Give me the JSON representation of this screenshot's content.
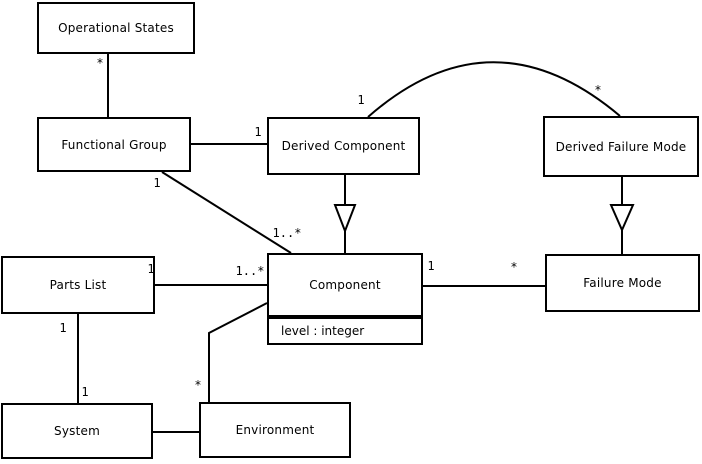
{
  "diagram": {
    "type": "UML class diagram",
    "background_color": "#ffffff",
    "line_color": "#000000",
    "classes": {
      "operational_states": {
        "name": "Operational States"
      },
      "functional_group": {
        "name": "Functional Group"
      },
      "derived_component": {
        "name": "Derived Component"
      },
      "derived_failure_mode": {
        "name": "Derived Failure Mode"
      },
      "parts_list": {
        "name": "Parts List"
      },
      "component": {
        "name": "Component",
        "attribute": "level : integer"
      },
      "failure_mode": {
        "name": "Failure Mode"
      },
      "system": {
        "name": "System"
      },
      "environment": {
        "name": "Environment"
      }
    },
    "multiplicities": {
      "os_fg_near_os": "*",
      "fg_dc_near_dc": "1",
      "dc_dfm_near_dc": "1",
      "dc_dfm_near_dfm": "*",
      "fg_comp_near_fg": "1",
      "fg_comp_near_comp": "1..*",
      "pl_comp_near_pl": "1",
      "pl_comp_near_comp": "1..*",
      "comp_fm_near_comp": "1",
      "comp_fm_near_fm": "*",
      "pl_sys_near_pl": "1",
      "pl_sys_near_sys": "1",
      "comp_env_near_env": "*"
    },
    "relationships": [
      {
        "from": "Operational States",
        "to": "Functional Group",
        "kind": "association",
        "labels": [
          "*"
        ]
      },
      {
        "from": "Functional Group",
        "to": "Derived Component",
        "kind": "association",
        "labels": [
          "1"
        ]
      },
      {
        "from": "Derived Component",
        "to": "Derived Failure Mode",
        "kind": "association-arc",
        "labels": [
          "1",
          "*"
        ]
      },
      {
        "from": "Functional Group",
        "to": "Component",
        "kind": "association",
        "labels": [
          "1",
          "1..*"
        ]
      },
      {
        "from": "Parts List",
        "to": "Component",
        "kind": "association",
        "labels": [
          "1",
          "1..*"
        ]
      },
      {
        "from": "Component",
        "to": "Failure Mode",
        "kind": "association",
        "labels": [
          "1",
          "*"
        ]
      },
      {
        "from": "Parts List",
        "to": "System",
        "kind": "association",
        "labels": [
          "1",
          "1"
        ]
      },
      {
        "from": "Component",
        "to": "Environment",
        "kind": "association",
        "labels": [
          "*"
        ]
      },
      {
        "from": "System",
        "to": "Environment",
        "kind": "association",
        "labels": []
      },
      {
        "from": "Derived Component",
        "to": "Component",
        "kind": "generalization"
      },
      {
        "from": "Derived Failure Mode",
        "to": "Failure Mode",
        "kind": "generalization"
      }
    ]
  }
}
